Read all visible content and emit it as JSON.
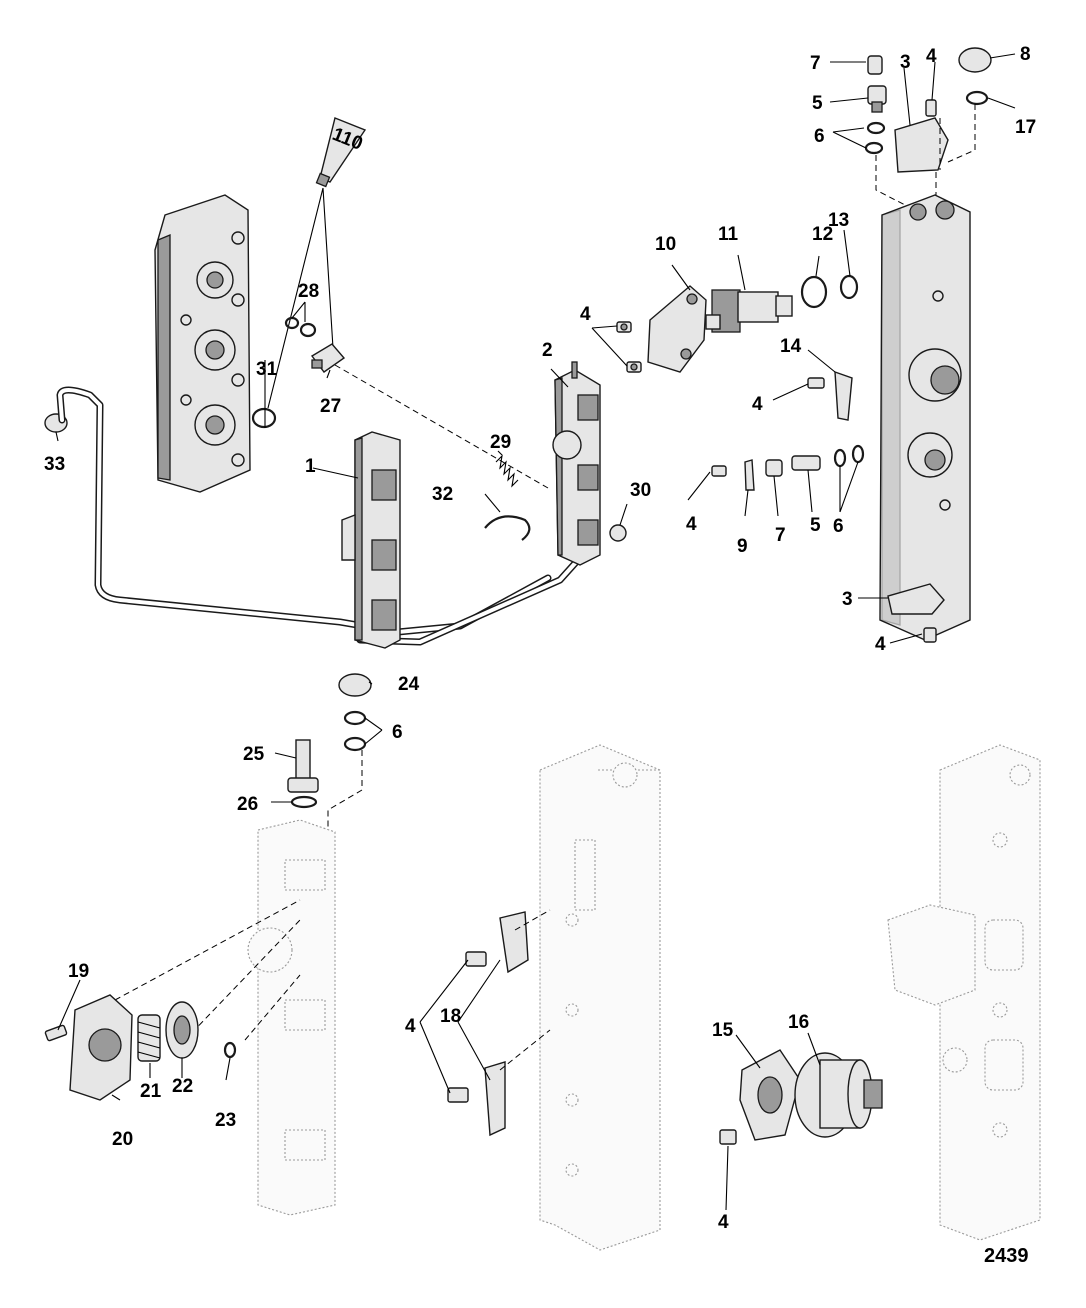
{
  "diagram": {
    "figure_number": "2439",
    "sealant_label": "110",
    "callouts": [
      "1",
      "2",
      "3",
      "3",
      "4",
      "4",
      "4",
      "4",
      "4",
      "4",
      "4",
      "5",
      "5",
      "6",
      "6",
      "6",
      "7",
      "7",
      "8",
      "9",
      "10",
      "11",
      "12",
      "13",
      "14",
      "15",
      "16",
      "17",
      "18",
      "19",
      "20",
      "21",
      "22",
      "23",
      "24",
      "25",
      "26",
      "27",
      "28",
      "29",
      "30",
      "31",
      "32",
      "33"
    ]
  }
}
